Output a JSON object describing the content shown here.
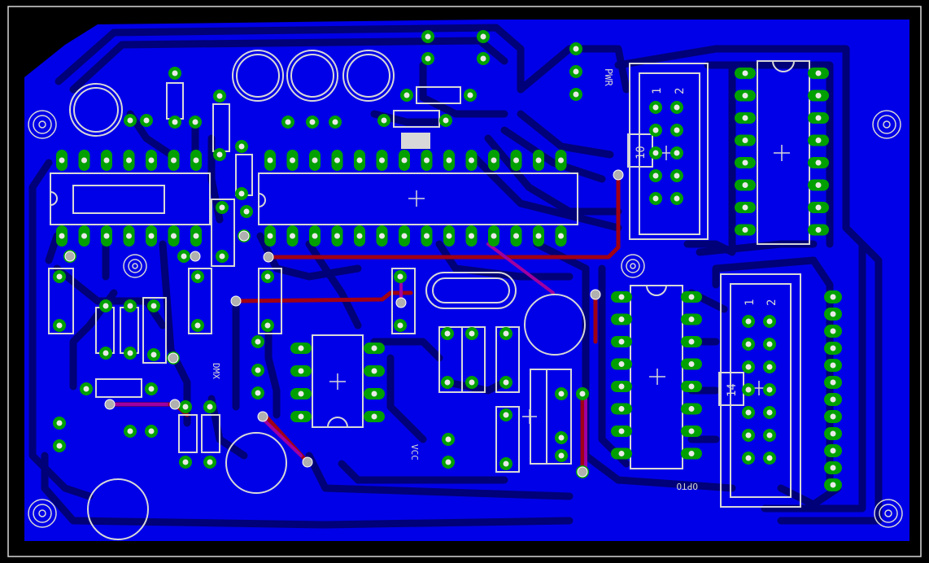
{
  "board": {
    "colors": {
      "background": "#000000",
      "copper_bottom": "#0000e8",
      "trace_bottom": "#000078",
      "trace_top": "#a00014",
      "pad": "#00a000",
      "silkscreen": "#d8d8d8",
      "via": "#b0b0b0"
    }
  },
  "labels": {
    "conn_pin1_top": "1",
    "conn_pin2_top": "2",
    "conn_pin10": "10",
    "conn_pin1_bottom": "1",
    "conn_pin2_bottom": "2",
    "conn_pin14": "14",
    "mirrored_pwr": "PWR",
    "mirrored_dmx": "DMX",
    "mirrored_vcc": "VCC",
    "mirrored_opto": "OPTO"
  }
}
